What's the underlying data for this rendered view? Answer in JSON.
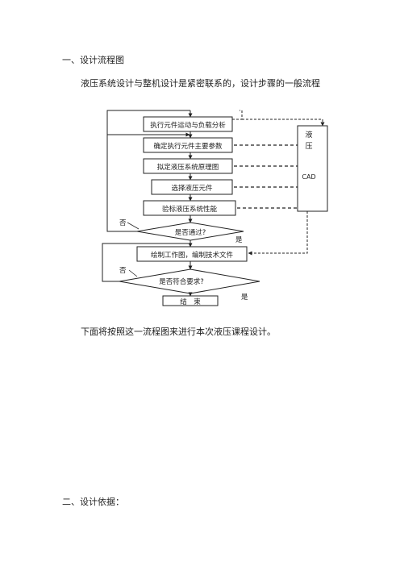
{
  "section1": {
    "heading": "一、设计流程图",
    "intro": "液压系统设计与整机设计是紧密联系的，设计步骤的一般流程"
  },
  "flowchart": {
    "steps": [
      "执行元件运动与负载分析",
      "确定执行元件主要参数",
      "拟定液压系统原理图",
      "选择液压元件",
      "验标液压系统性能"
    ],
    "decision1": "是否通过?",
    "step6": "绘制工作图，编制技术文件",
    "decision2": "是否符合要求?",
    "end": "结　束",
    "no_label": "否",
    "yes_label": "是",
    "side_box": {
      "line1": "液",
      "line2": "压",
      "line3": "CAD"
    }
  },
  "after_text": "下面将按照这一流程图来进行本次液压课程设计。",
  "section2": {
    "heading": "二、设计依据："
  }
}
